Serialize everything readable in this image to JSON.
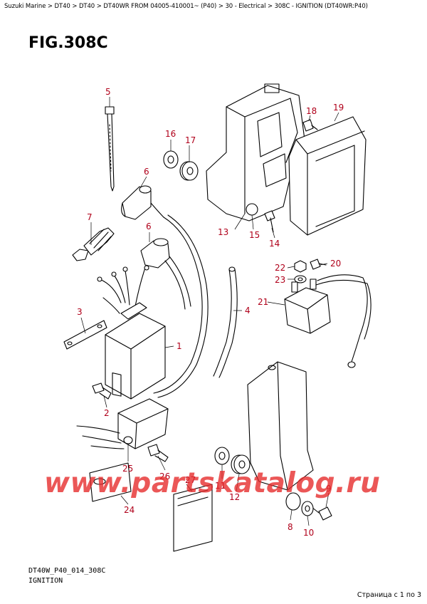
{
  "breadcrumb": "Suzuki Marine > DT40 > DT40 > DT40WR FROM 04005-410001~ (P40) > 30 - Electrical > 308C - IGNITION (DT40WR:P40)",
  "figure": {
    "title": "FIG.308C"
  },
  "callouts": [
    {
      "id": "5",
      "label": "5"
    },
    {
      "id": "16",
      "label": "16"
    },
    {
      "id": "17",
      "label": "17"
    },
    {
      "id": "18",
      "label": "18"
    },
    {
      "id": "19",
      "label": "19"
    },
    {
      "id": "6a",
      "label": "6"
    },
    {
      "id": "7",
      "label": "7"
    },
    {
      "id": "6b",
      "label": "6"
    },
    {
      "id": "13",
      "label": "13"
    },
    {
      "id": "15",
      "label": "15"
    },
    {
      "id": "14",
      "label": "14"
    },
    {
      "id": "20",
      "label": "20"
    },
    {
      "id": "22",
      "label": "22"
    },
    {
      "id": "23",
      "label": "23"
    },
    {
      "id": "3",
      "label": "3"
    },
    {
      "id": "4",
      "label": "4"
    },
    {
      "id": "21",
      "label": "21"
    },
    {
      "id": "1",
      "label": "1"
    },
    {
      "id": "2",
      "label": "2"
    },
    {
      "id": "25",
      "label": "25"
    },
    {
      "id": "26",
      "label": "26"
    },
    {
      "id": "27",
      "label": "27"
    },
    {
      "id": "11",
      "label": "11"
    },
    {
      "id": "12",
      "label": "12"
    },
    {
      "id": "9",
      "label": "9"
    },
    {
      "id": "24",
      "label": "24"
    },
    {
      "id": "8",
      "label": "8"
    },
    {
      "id": "10",
      "label": "10"
    }
  ],
  "footer": {
    "code": "DT40W_P40_014_308C",
    "caption": "IGNITION"
  },
  "page_indicator": "Страница с 1 по 3",
  "watermark": "www.partskatalog.ru",
  "colors": {
    "callout": "#b0001a",
    "line": "#000000",
    "watermark": "#e62828"
  }
}
